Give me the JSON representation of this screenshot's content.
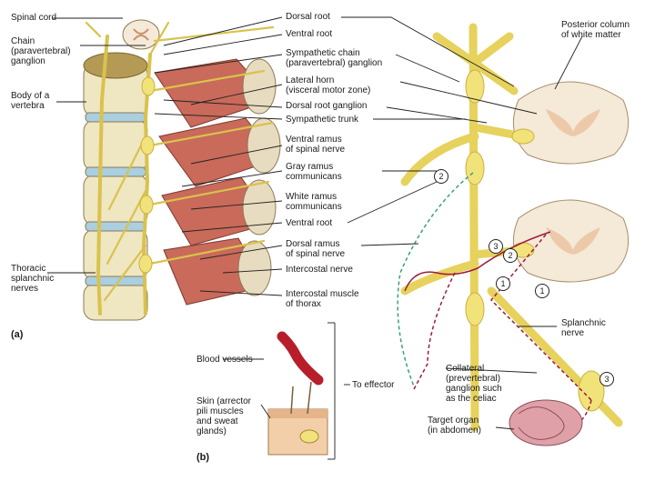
{
  "labels": {
    "spinal_cord": "Spinal cord",
    "chain_ganglion": "Chain\n(paravertebral)\nganglion",
    "body_vertebra": "Body of a\nvertebra",
    "thoracic_splanchnic": "Thoracic\nsplanchnic\nnerves",
    "panel_a": "(a)",
    "dorsal_root": "Dorsal root",
    "ventral_root_1": "Ventral root",
    "symp_chain_ganglion": "Sympathetic chain\n(paravertebral) ganglion",
    "lateral_horn": "Lateral horn\n(visceral motor zone)",
    "dorsal_root_ganglion": "Dorsal root ganglion",
    "symp_trunk": "Sympathetic trunk",
    "ventral_ramus": "Ventral ramus\nof spinal nerve",
    "gray_ramus": "Gray ramus\ncommunicans",
    "white_ramus": "White ramus\ncommunicans",
    "ventral_root_2": "Ventral root",
    "dorsal_ramus": "Dorsal ramus\nof spinal nerve",
    "intercostal_nerve": "Intercostal nerve",
    "intercostal_muscle": "Intercostal muscle\nof thorax",
    "posterior_column": "Posterior column\nof white matter",
    "splanchnic_nerve": "Splanchnic\nnerve",
    "collateral_ganglion": "Collateral\n(prevertebral)\nganglion such\nas the celiac",
    "target_organ": "Target organ\n(in abdomen)",
    "blood_vessels": "Blood vessels",
    "skin": "Skin (arrector\npili muscles\nand sweat\nglands)",
    "to_effector": "To effector",
    "panel_b": "(b)"
  },
  "circled_numbers": [
    "2",
    "3",
    "2",
    "1",
    "1",
    "3"
  ],
  "colors": {
    "nerve": "#f2e27a",
    "nerve_stroke": "#c9b23e",
    "muscle": "#c96a5a",
    "bone": "#efe6c2",
    "disc": "#a9cfe0",
    "cord": "#f5e9d8",
    "grey_matter": "#ecc9a8",
    "preganglionic": "#9b1c3c",
    "postganglionic": "#3aa07d",
    "organ": "#e0a0a8"
  }
}
